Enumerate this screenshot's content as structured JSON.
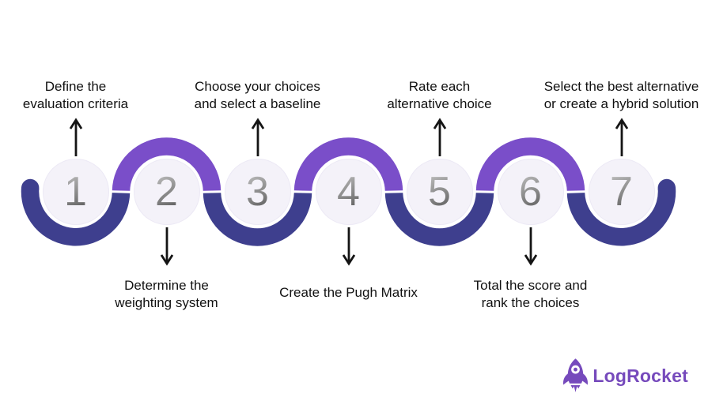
{
  "steps": [
    {
      "number": "1",
      "label_position": "top",
      "lines": [
        "Define the",
        "evaluation criteria"
      ]
    },
    {
      "number": "2",
      "label_position": "bottom",
      "lines": [
        "Determine the",
        "weighting system"
      ]
    },
    {
      "number": "3",
      "label_position": "top",
      "lines": [
        "Choose your choices",
        "and select a baseline"
      ]
    },
    {
      "number": "4",
      "label_position": "bottom",
      "lines": [
        "Create the Pugh Matrix"
      ]
    },
    {
      "number": "5",
      "label_position": "top",
      "lines": [
        "Rate each",
        "alternative choice"
      ]
    },
    {
      "number": "6",
      "label_position": "bottom",
      "lines": [
        "Total the score and",
        "rank the choices"
      ]
    },
    {
      "number": "7",
      "label_position": "top",
      "lines": [
        "Select the best alternative",
        "or create a hybrid solution"
      ]
    }
  ],
  "logo": {
    "name": "LogRocket"
  },
  "colors": {
    "ribbon_top_arc": "#7a4ec9",
    "ribbon_bottom_arc": "#3e3f8e",
    "step_circle_fill": "#f4f2f9",
    "step_number_gray": "#8c8c8c",
    "label_text": "#111111",
    "brand_purple": "#764abc"
  }
}
